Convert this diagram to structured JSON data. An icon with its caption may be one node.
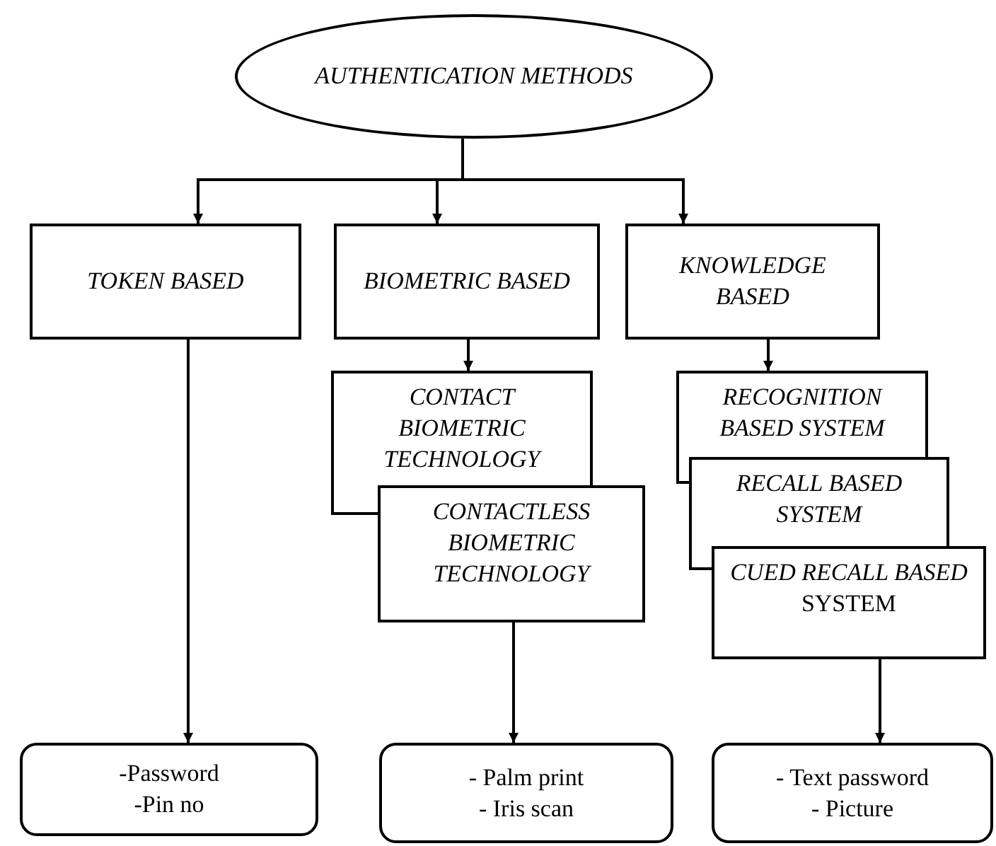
{
  "diagram": {
    "nodes": [
      {
        "text": [
          "AUTHENTICATION METHODS"
        ]
      },
      {
        "text": [
          "TOKEN BASED"
        ]
      },
      {
        "text": [
          "BIOMETRIC BASED"
        ]
      },
      {
        "text": [
          "KNOWLEDGE BASED"
        ]
      },
      {
        "text": [
          "CONTACT BIOMETRIC TECHNOLOGY"
        ]
      },
      {
        "text": [
          "CONTACTLESS BIOMETRIC TECHNOLOGY"
        ]
      },
      {
        "text": [
          "RECOGNITION BASED SYSTEM"
        ]
      },
      {
        "text": [
          "RECALL BASED SYSTEM"
        ]
      },
      {
        "text": [
          "*CUED RECALL BASED* SYSTEM"
        ]
      },
      {
        "text": [
          "-Password",
          "-Pin no"
        ]
      },
      {
        "text": [
          "- Palm print",
          "- Iris scan"
        ]
      },
      {
        "text": [
          "- Text password",
          "- Picture"
        ]
      }
    ],
    "edges": [
      {
        "from": 0,
        "to": 1,
        "arrow": "to"
      },
      {
        "from": 0,
        "to": 2,
        "arrow": "to"
      },
      {
        "from": 0,
        "to": 3,
        "arrow": "to"
      },
      {
        "from": 2,
        "to": 4,
        "arrow": "to"
      },
      {
        "from": 3,
        "to": 6,
        "arrow": "to"
      },
      {
        "from": 1,
        "to": 9,
        "arrow": "to"
      },
      {
        "from": 5,
        "to": 10,
        "arrow": "to"
      },
      {
        "from": 8,
        "to": 11,
        "arrow": "to"
      }
    ]
  }
}
